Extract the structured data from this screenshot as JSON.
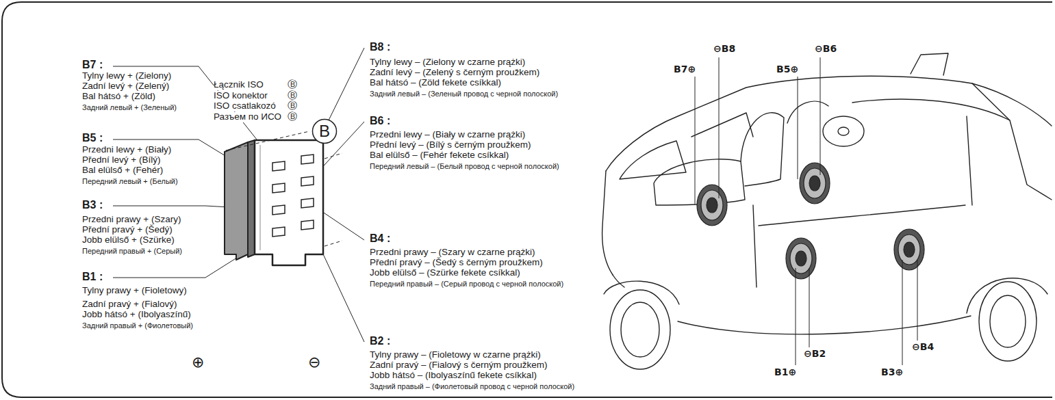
{
  "diagram": {
    "nodes": [
      {
        "text": [
          "B"
        ]
      }
    ],
    "labels": [
      "B7 :",
      "Tylny lewy + (Zielony)",
      "Zadní levý + (Zelený)",
      "Bal hátsó + (Zöld)",
      "Задний левый + (Зеленый)",
      "B5 :",
      "Przedni lewy + (Biały)",
      "Přední levý + (Bílý)",
      "Bal elülső + (Fehér)",
      "Передний левый + (Белый)",
      "B3 :",
      "Przedni prawy + (Szary)",
      "Přední pravý + (Šedý)",
      "Jobb elülső + (Szürke)",
      "Передний правый + (Серый)",
      "B1 :",
      "Tylny prawy + (Fioletowy)",
      "Zadní pravý + (Fialový)",
      "Jobb hátsó + (Ibolyaszínű)",
      "Задний правый + (Фиолетовый)",
      "Łącznik ISO",
      "Ⓑ",
      "ISO konektor",
      "Ⓑ",
      "ISO csatlakozó",
      "Ⓑ",
      "Разъем по ИСО",
      "Ⓑ",
      "B8 :",
      "Tylny lewy – (Zielony w czarne prążki)",
      "Zadní levý – (Zelený s černým proužkem)",
      "Bal hátsó – (Zöld fekete csíkkal)",
      "Задний левый – (Зеленый провод с черной полоской)",
      "B6 :",
      "Przedni lewy – (Biały w czarne prążki)",
      "Přední levý – (Bílý s černým proužkem)",
      "Bal elülső – (Fehér fekete csíkkal)",
      "Передний левый – (Белый провод с черной полоской)",
      "B4 :",
      "Przedni prawy – (Szary w czarne prążki)",
      "Přední pravý – (Šedý s černým proužkem)",
      "Jobb elülső – (Szürke fekete csíkkal)",
      "Передний правый – (Серый провод с черной полоской)",
      "B2 :",
      "Tylny prawy – (Fioletowy w czarne prążki)",
      "Zadní pravý – (Fialový s černým proužkem)",
      "Jobb hátsó – (Ibolyaszínű fekete csíkkal)",
      "Задний правый – (Фиолетовый провод с черной полоской)",
      "⊕",
      "⊖",
      "⊖B8",
      "B7⊕",
      "⊖B6",
      "B5⊕",
      "⊖B2",
      "B1⊕",
      "⊖B4",
      "B3⊕"
    ]
  }
}
